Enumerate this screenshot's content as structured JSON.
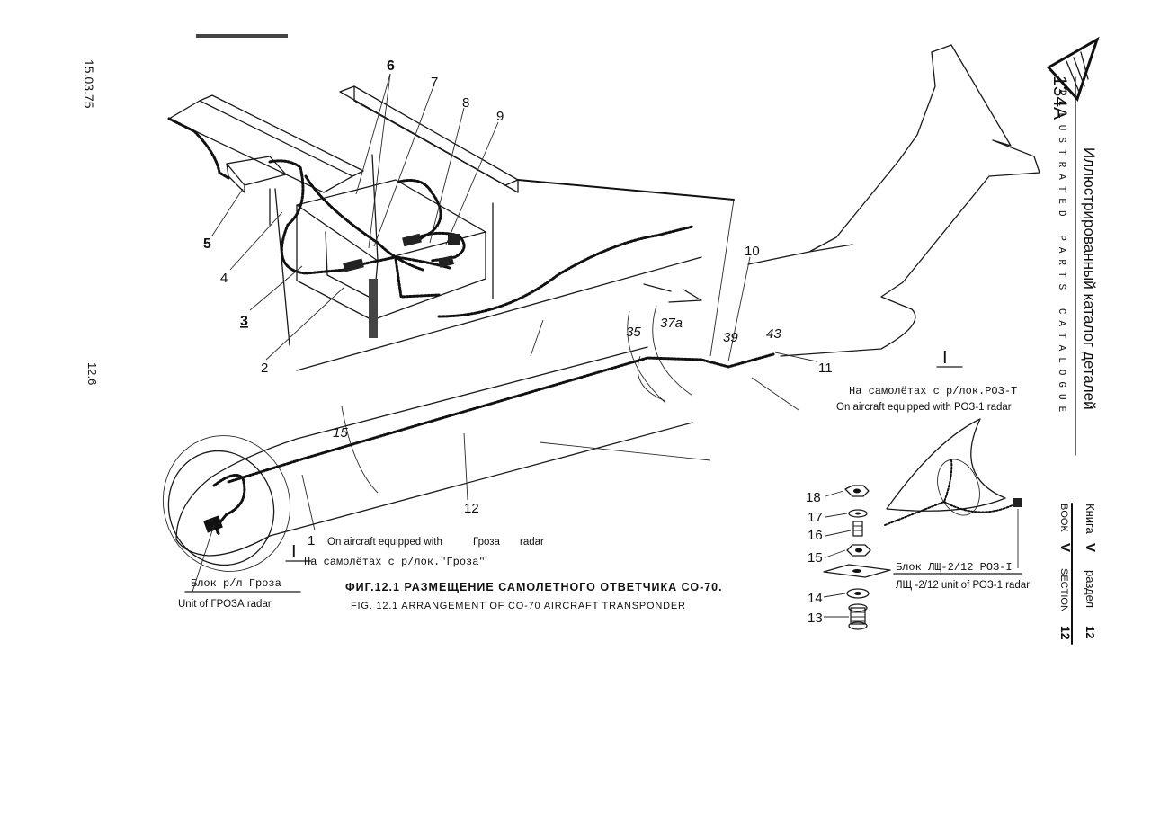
{
  "margin": {
    "date": "15.03.75",
    "page": "12.6"
  },
  "header": {
    "model": "134А",
    "title_ru": "Иллюстрированный каталог деталей",
    "title_en": "ILLUSTRATED PARTS CATALOGUE",
    "book_label_ru": "Книга",
    "book_number": "V",
    "section_label_ru": "раздел",
    "section_number": "12",
    "book_label_en": "BOOK",
    "section_label_en": "SECTION"
  },
  "callouts": {
    "c1": "1",
    "c2": "2",
    "c3": "3",
    "c4": "4",
    "c5": "5",
    "c6": "6",
    "c7": "7",
    "c8": "8",
    "c9": "9",
    "c10": "10",
    "c11": "11",
    "c12": "12",
    "c13": "13",
    "c14": "14",
    "c15": "15",
    "c16": "16",
    "c17": "17",
    "c18": "18",
    "s15": "15",
    "s35": "35",
    "s37a": "37а",
    "s39": "39",
    "s43": "43"
  },
  "notes": {
    "view_mark": "I",
    "roz_ru": "На самолётах с р/лок.РОЗ-Т",
    "roz_en": "On aircraft equipped with РОЗ-1 radar",
    "groza_en_prefix": "On aircraft equipped with",
    "groza_en_name": "Гроза",
    "groza_en_suffix": "radar",
    "groza_ru": "На самолётах с р/лок.\"Гроза\"",
    "groza_unit_ru": "Блок р/л Гроза",
    "groza_unit_en": "Unit of ГРОЗА radar",
    "lsh_unit_ru": "Блок ЛЩ-2/12 РОЗ-I",
    "lsh_unit_en": "ЛЩ -2/12 unit of РОЗ-1 radar"
  },
  "caption": {
    "ru": "ФИГ.12.1  РАЗМЕЩЕНИЕ  САМОЛЕТНОГО  ОТВЕТЧИКА  СО-70.",
    "en": "FIG. 12.1 ARRANGEMENT OF CO-70 AIRCRAFT TRANSPONDER"
  }
}
